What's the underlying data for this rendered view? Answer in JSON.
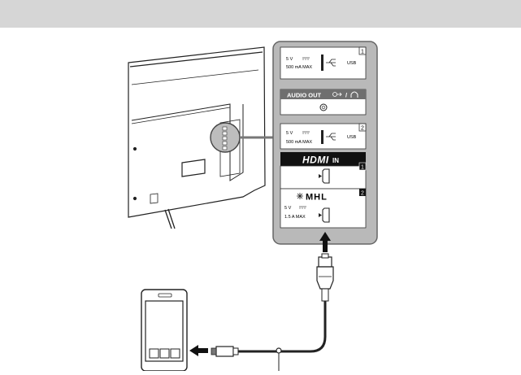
{
  "panel": {
    "usb1": {
      "badge": "1",
      "volts": "5 V",
      "current": "500 mA MAX",
      "label": "USB"
    },
    "audio": {
      "label": "AUDIO OUT",
      "slash": "/"
    },
    "usb2": {
      "badge": "2",
      "volts": "5 V",
      "current": "500 mA MAX",
      "label": "USB"
    },
    "hdmi_in": {
      "logo": "HDMI",
      "suffix": "IN",
      "badge": "1"
    },
    "mhl": {
      "logo": "MHL",
      "badge": "2",
      "volts": "5 V",
      "current": "1.5 A MAX"
    }
  },
  "colors": {
    "header": "#d6d6d6",
    "line": "#222222",
    "panel_border": "#666666"
  }
}
